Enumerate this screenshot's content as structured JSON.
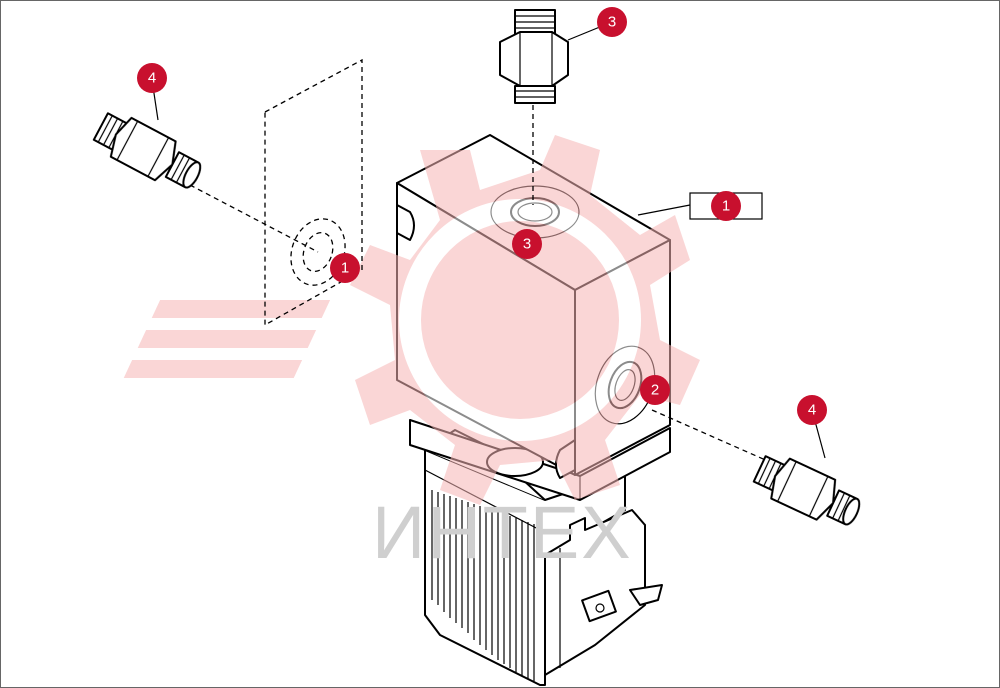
{
  "diagram": {
    "callouts": [
      {
        "id": "callout-3-top",
        "label": "3"
      },
      {
        "id": "callout-4-left",
        "label": "4"
      },
      {
        "id": "callout-1-box",
        "label": "1"
      },
      {
        "id": "callout-3-port",
        "label": "3"
      },
      {
        "id": "callout-1-seal",
        "label": "1"
      },
      {
        "id": "callout-2-port",
        "label": "2"
      },
      {
        "id": "callout-4-right",
        "label": "4"
      }
    ],
    "watermark_text": "ИНТЕХ"
  },
  "colors": {
    "callout_fill": "#c8102e",
    "watermark_logo": "#f6b4b4",
    "line": "#000000"
  }
}
